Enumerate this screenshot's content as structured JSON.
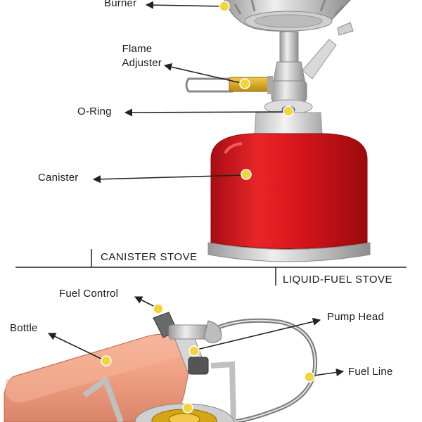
{
  "sections": {
    "canister": "CANISTER STOVE",
    "liquid_fuel": "LIQUID-FUEL STOVE"
  },
  "labels": {
    "burner": "Burner",
    "flame_line1": "Flame",
    "flame_line2": "Adjuster",
    "o_ring": "O-Ring",
    "canister": "Canister",
    "fuel_control": "Fuel Control",
    "bottle": "Bottle",
    "pump_head": "Pump Head",
    "fuel_line": "Fuel Line"
  },
  "colors": {
    "marker_dot": "#f2d53c",
    "canister_red": "#d8161b",
    "bottle_salmon": "#f0a183",
    "metal_silver": "#c9c9c9",
    "brass": "#d4a017"
  }
}
